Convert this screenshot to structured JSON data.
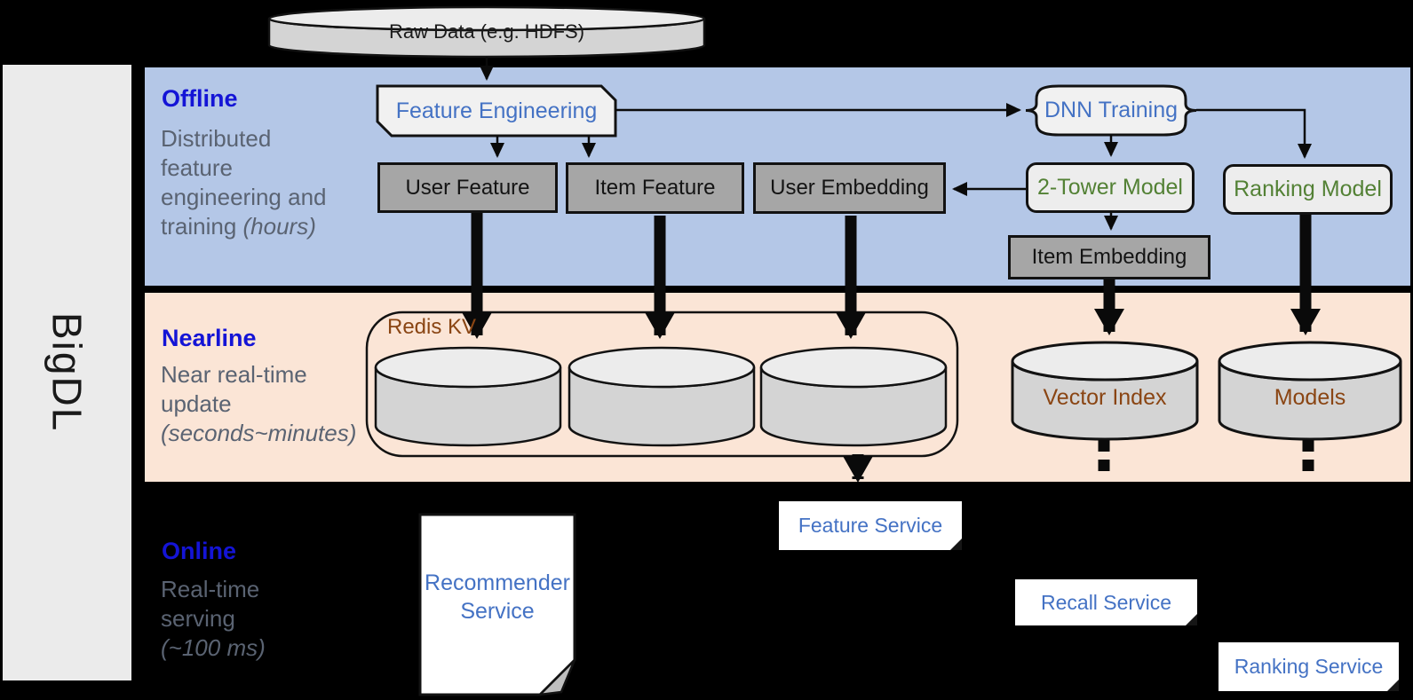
{
  "sidebar": {
    "label": "BigDL"
  },
  "raw_data": {
    "label": "Raw Data (e.g. HDFS)"
  },
  "sections": {
    "offline": {
      "title": "Offline",
      "subtitle": "Distributed feature engineering and training",
      "subtitle_em": "(hours)"
    },
    "nearline": {
      "title": "Nearline",
      "subtitle": "Near real-time update",
      "subtitle_em": "(seconds~minutes)"
    },
    "online": {
      "title": "Online",
      "subtitle": "Real-time serving",
      "subtitle_em": "(~100 ms)"
    }
  },
  "nodes": {
    "feature_engineering": {
      "label": "Feature Engineering"
    },
    "dnn_training": {
      "label": "DNN Training"
    },
    "user_feature": {
      "label": "User Feature"
    },
    "item_feature": {
      "label": "Item Feature"
    },
    "user_embedding": {
      "label": "User Embedding"
    },
    "two_tower_model": {
      "label": "2-Tower Model"
    },
    "ranking_model": {
      "label": "Ranking Model"
    },
    "item_embedding": {
      "label": "Item Embedding"
    },
    "redis_kv": {
      "label": "Redis KV"
    },
    "vector_index": {
      "label": "Vector Index"
    },
    "models": {
      "label": "Models"
    },
    "recommender_service": {
      "label": "Recommender Service"
    },
    "feature_service": {
      "label": "Feature Service"
    },
    "recall_service": {
      "label": "Recall Service"
    },
    "ranking_service": {
      "label": "Ranking Service"
    }
  },
  "colors": {
    "background": "#000000",
    "offline_band": "#b4c7e7",
    "nearline_band": "#fbe5d6",
    "sidebar_bg": "#ebebeb",
    "box_gray": "#a6a6a6",
    "box_light": "#f1f1f1",
    "cylinder_body": "#d4d4d4",
    "cylinder_top": "#ececec",
    "service_bg": "#ffffff",
    "accent_blue": "#4472c4",
    "heading_blue": "#1414d6",
    "green": "#538135",
    "brown": "#8a4513",
    "subtitle_gray": "#5a6372"
  }
}
